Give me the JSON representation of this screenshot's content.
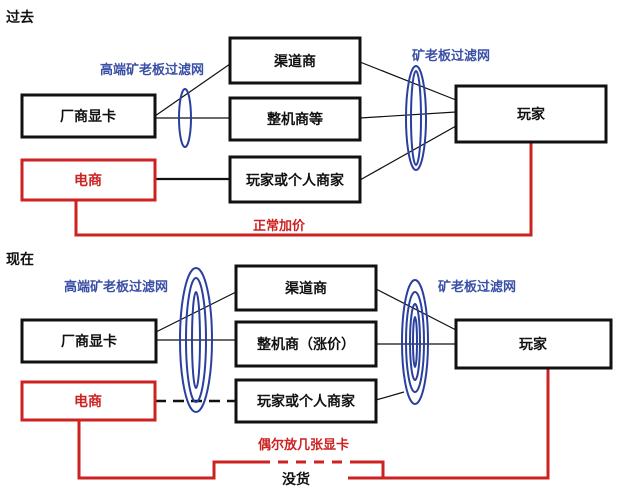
{
  "past": {
    "title": "过去",
    "filter_label_left": "高端矿老板过滤网",
    "filter_label_right": "矿老板过滤网",
    "source": "厂商显卡",
    "channels": [
      "渠道商",
      "整机商等",
      "玩家或个人商家"
    ],
    "player": "玩家",
    "ecommerce": "电商",
    "ecommerce_path_label": "正常加价"
  },
  "present": {
    "title": "现在",
    "filter_label_left": "高端矿老板过滤网",
    "filter_label_right": "矿老板过滤网",
    "source": "厂商显卡",
    "channels": [
      "渠道商",
      "整机商（涨价）",
      "玩家或个人商家"
    ],
    "player": "玩家",
    "ecommerce": "电商",
    "ecommerce_path_label": "偶尔放几张显卡",
    "no_stock": "没货"
  },
  "colors": {
    "black": "#111111",
    "red": "#cc2222",
    "filter_blue": "#2a3f9e",
    "label_blue": "#3a4fa6"
  }
}
